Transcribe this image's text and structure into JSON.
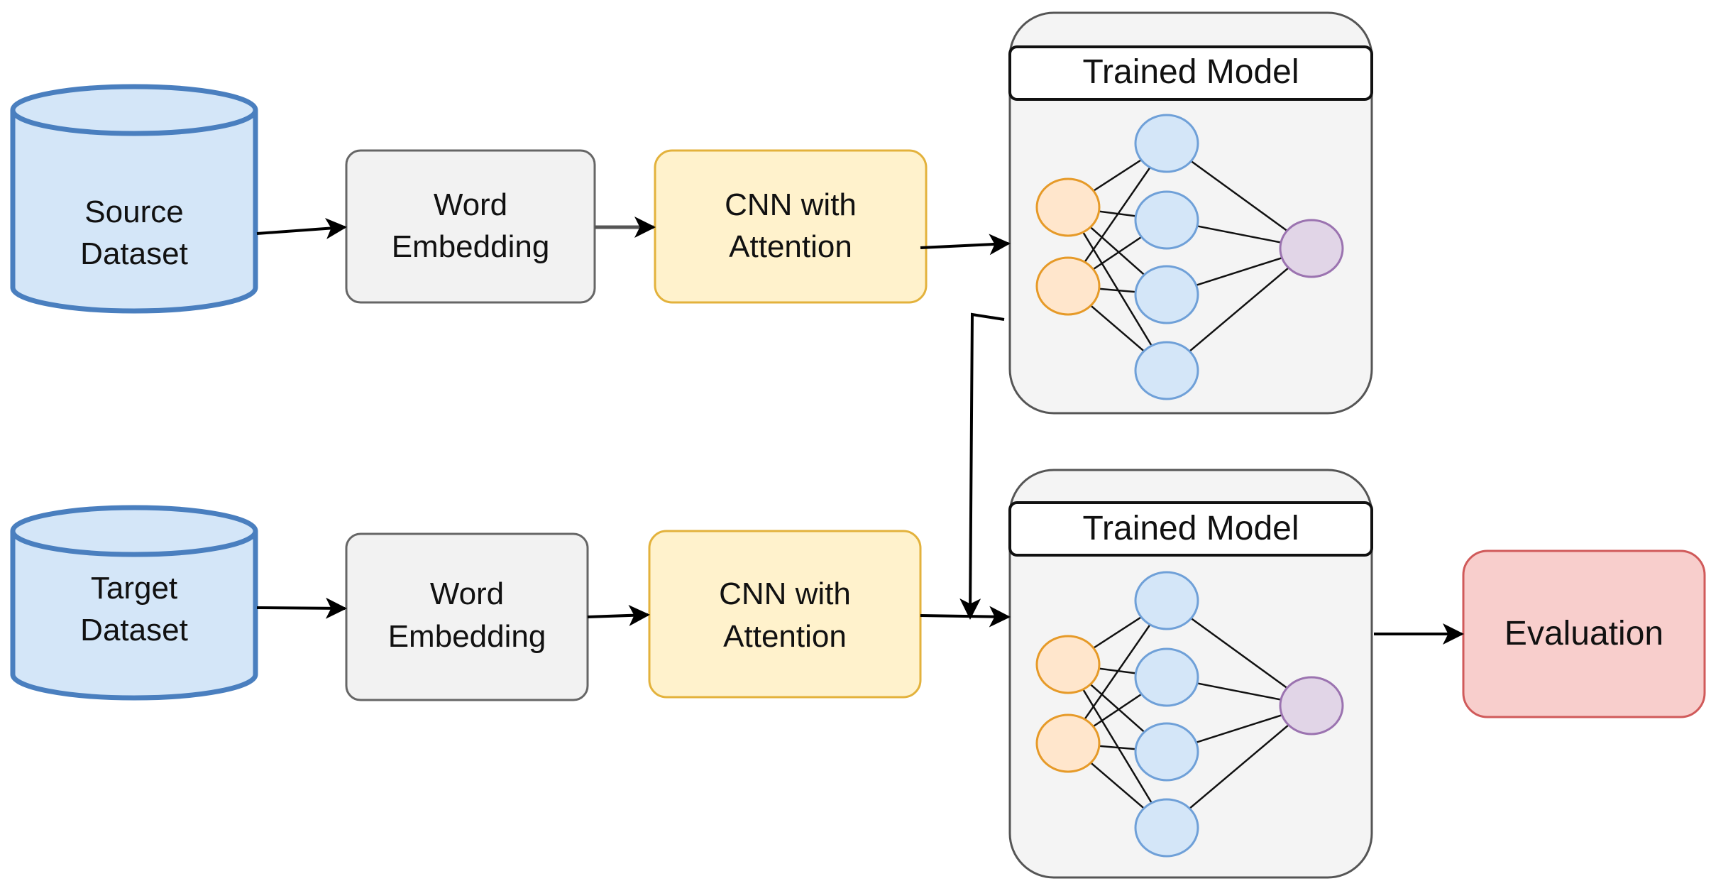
{
  "top_row": {
    "source_dataset": [
      "Source",
      "Dataset"
    ],
    "word_embedding": [
      "Word",
      "Embedding"
    ],
    "cnn_attention": [
      "CNN with",
      "Attention"
    ],
    "trained_model_title": "Trained Model"
  },
  "bottom_row": {
    "target_dataset": [
      "Target",
      "Dataset"
    ],
    "word_embedding": [
      "Word",
      "Embedding"
    ],
    "cnn_attention": [
      "CNN with",
      "Attention"
    ],
    "trained_model_title": "Trained Model",
    "evaluation": "Evaluation"
  },
  "colors": {
    "dataset_fill": "#d4e6f8",
    "dataset_stroke": "#4a7fbf",
    "embedding_fill": "#f2f2f2",
    "embedding_stroke": "#666666",
    "cnn_fill": "#fff2cc",
    "cnn_stroke": "#e3b23c",
    "model_fill": "#f4f4f4",
    "model_stroke": "#555555",
    "input_node_fill": "#ffe6cc",
    "input_node_stroke": "#e69a28",
    "hidden_node_fill": "#d4e6f8",
    "hidden_node_stroke": "#6fa0d8",
    "output_node_fill": "#e1d5e7",
    "output_node_stroke": "#9b73b0",
    "evaluation_fill": "#f8cecc",
    "evaluation_stroke": "#d05a5a"
  }
}
